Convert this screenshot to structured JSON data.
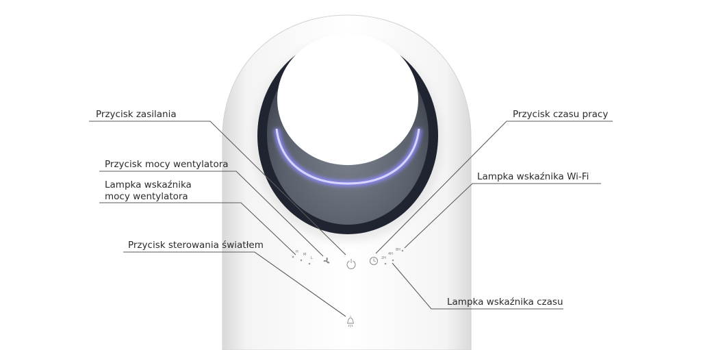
{
  "callouts": {
    "power_button": "Przycisk zasilania",
    "fan_power_button": "Przycisk mocy wentylatora",
    "fan_power_indicator_line1": "Lampka wskaźnika",
    "fan_power_indicator_line2": "mocy wentylatora",
    "light_control_button": "Przycisk sterowania światłem",
    "timer_button": "Przycisk czasu pracy",
    "wifi_indicator": "Lampka wskaźnika Wi-Fi",
    "timer_indicator": "Lampka wskaźnika czasu"
  },
  "panel_marks": {
    "fan_levels": [
      "H",
      "M",
      "L"
    ],
    "timer_levels": [
      "2H",
      "4H",
      "8H"
    ]
  },
  "colors": {
    "body": "#ffffff",
    "ring_dark": "#1f2430",
    "ring_inner": "#59606c",
    "led_glow": "#8f8cff",
    "callout_line": "#5a5a5a"
  },
  "icons": [
    "power-icon",
    "fan-icon",
    "timer-icon",
    "light-icon"
  ]
}
